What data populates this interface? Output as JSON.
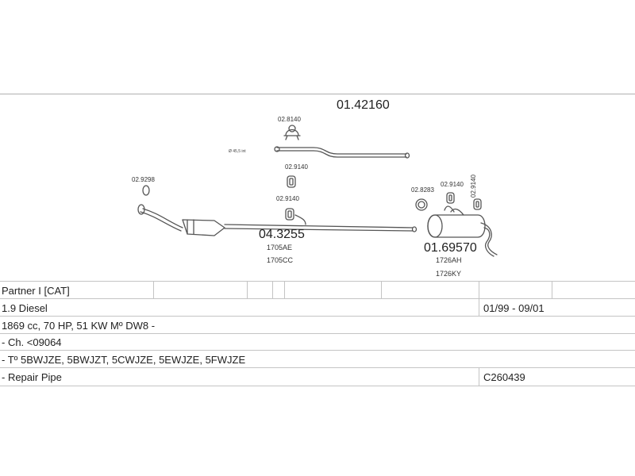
{
  "diagram": {
    "main_parts": [
      {
        "code": "01.42160"
      },
      {
        "code": "04.3255",
        "refs": [
          "1705AE",
          "1705CC"
        ]
      },
      {
        "code": "01.69570",
        "refs": [
          "1726AH",
          "1726KY"
        ]
      }
    ],
    "small_parts": {
      "clamp_top": "02.8140",
      "ring_left": "02.9298",
      "hanger_mid_upper": "02.9140",
      "hanger_mid_lower": "02.9140",
      "ring_right": "02.8283",
      "hanger_right_a": "02.9140",
      "hanger_right_b": "02.9140"
    },
    "pipe_note": "Ø 45,5 int"
  },
  "table": {
    "rows": [
      {
        "left": "Partner I [CAT]",
        "right": ""
      },
      {
        "left": "1.9 Diesel",
        "right": "01/99 - 09/01"
      },
      {
        "left": "1869 cc, 70 HP, 51 KW Mº DW8 -",
        "right": ""
      },
      {
        "left": "- Ch. <09064",
        "right": ""
      },
      {
        "left": "- Tº 5BWJZE, 5BWJZT, 5CWJZE, 5EWJZE, 5FWJZE",
        "right": ""
      },
      {
        "left": "- Repair Pipe",
        "right": "C260439"
      }
    ]
  },
  "colors": {
    "line": "#555555",
    "grid": "#c4c4c4",
    "text": "#222222"
  }
}
